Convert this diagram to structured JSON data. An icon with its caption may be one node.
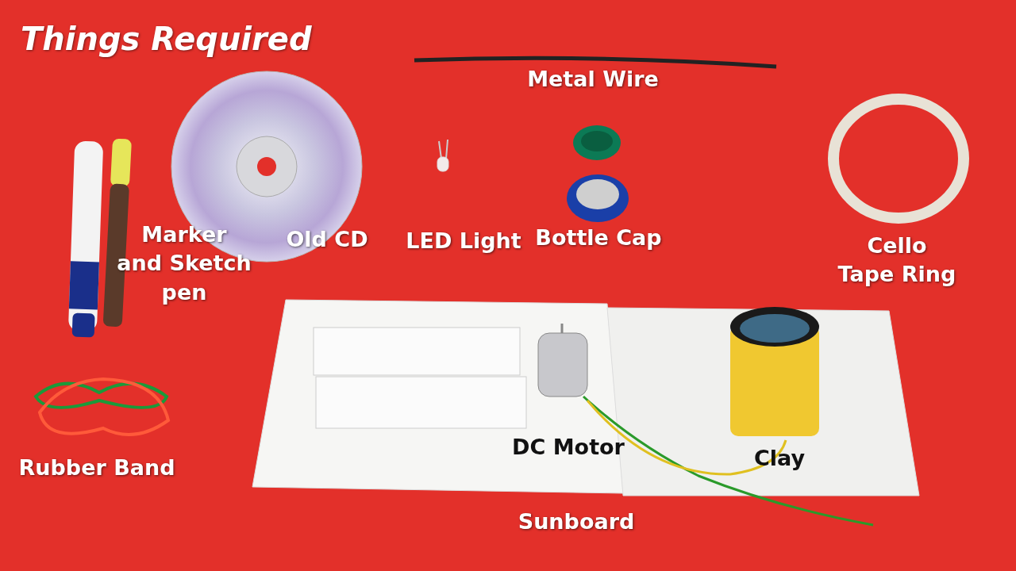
{
  "diagram": {
    "title": "Things Required",
    "labels": [
      "Metal Wire",
      "Marker and Sketch pen",
      "Old CD",
      "LED Light",
      "Bottle Cap",
      "Cello Tape Ring",
      "DC Motor",
      "Clay",
      "Rubber Band",
      "Sunboard"
    ]
  }
}
